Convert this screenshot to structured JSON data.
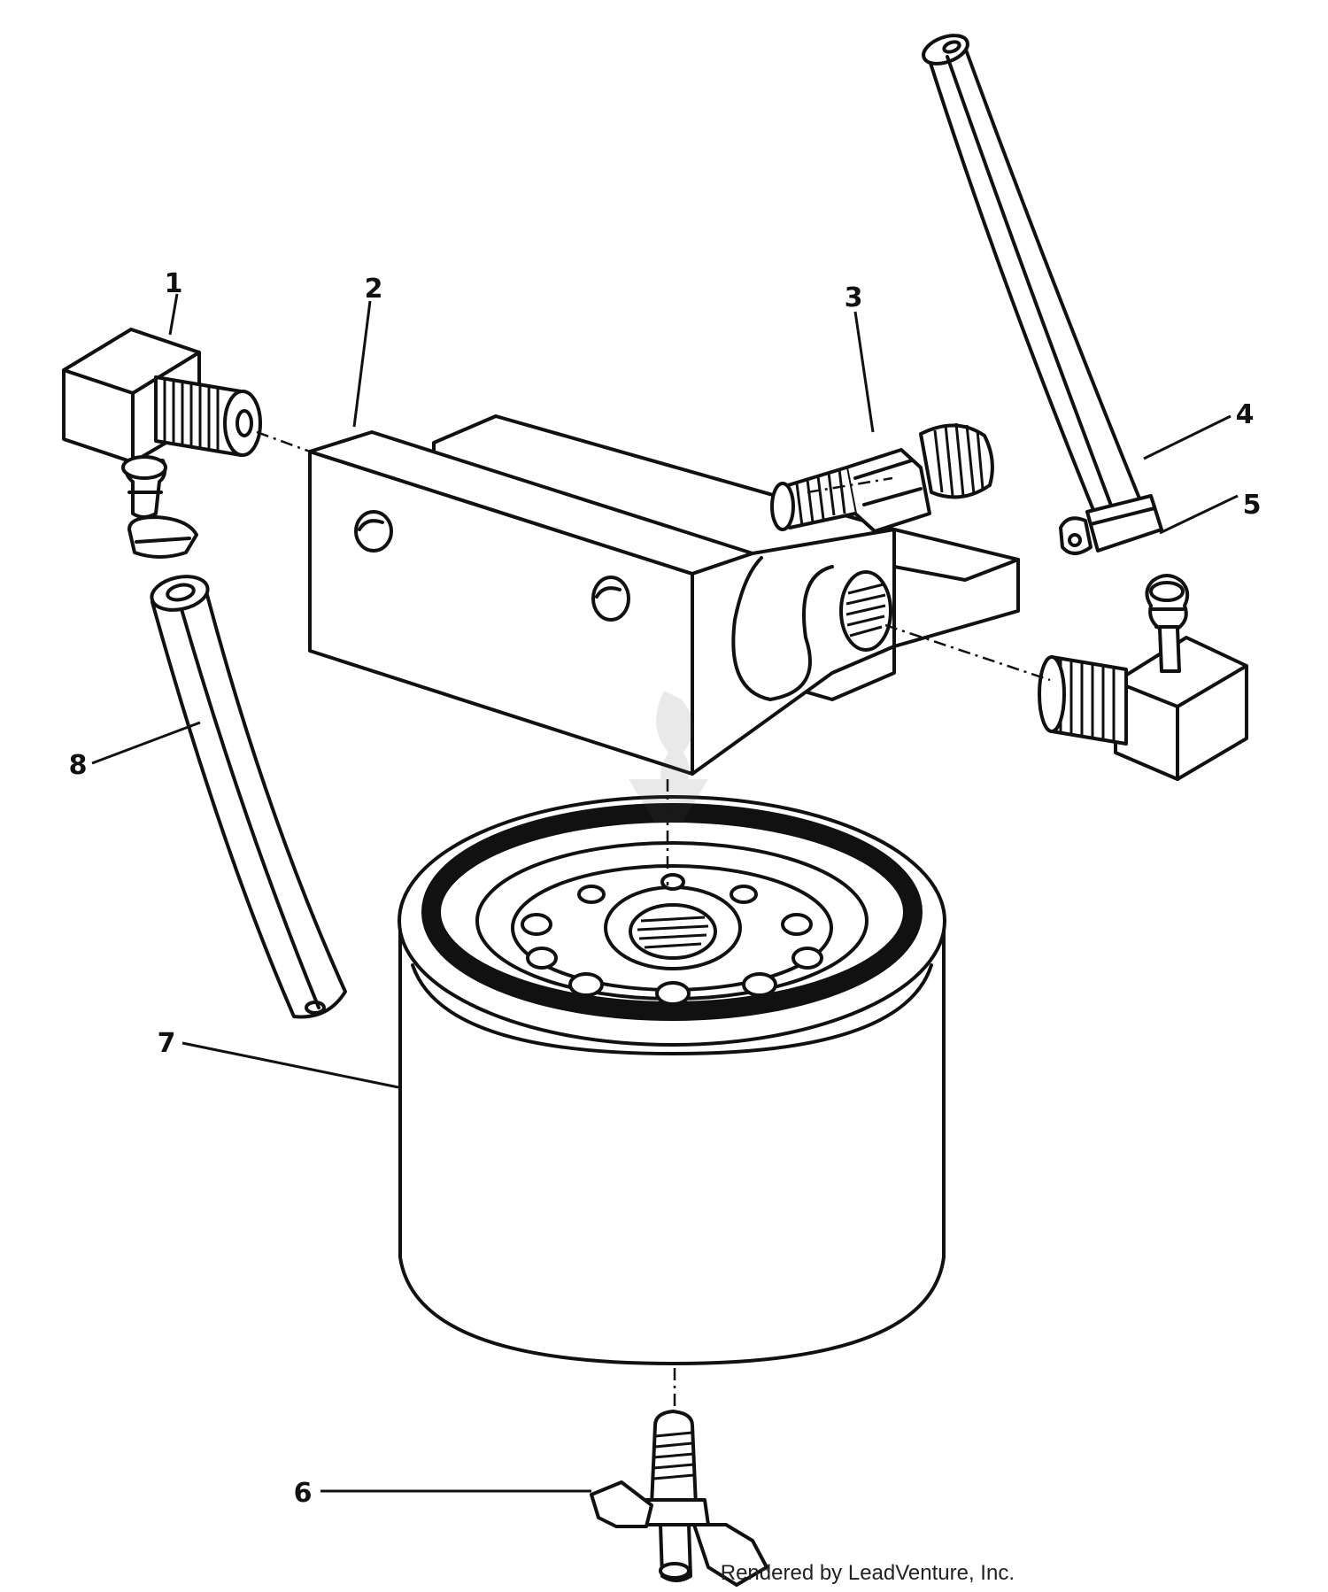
{
  "diagram": {
    "callouts": [
      {
        "id": "1",
        "label": "1"
      },
      {
        "id": "2",
        "label": "2"
      },
      {
        "id": "3",
        "label": "3"
      },
      {
        "id": "4",
        "label": "4"
      },
      {
        "id": "5",
        "label": "5"
      },
      {
        "id": "6",
        "label": "6"
      },
      {
        "id": "7",
        "label": "7"
      },
      {
        "id": "8",
        "label": "8"
      }
    ],
    "credit": "Rendered by LeadVenture, Inc.",
    "watermark": "LEADVENTURE",
    "colors": {
      "ink": "#111111",
      "paper": "#ffffff"
    }
  }
}
